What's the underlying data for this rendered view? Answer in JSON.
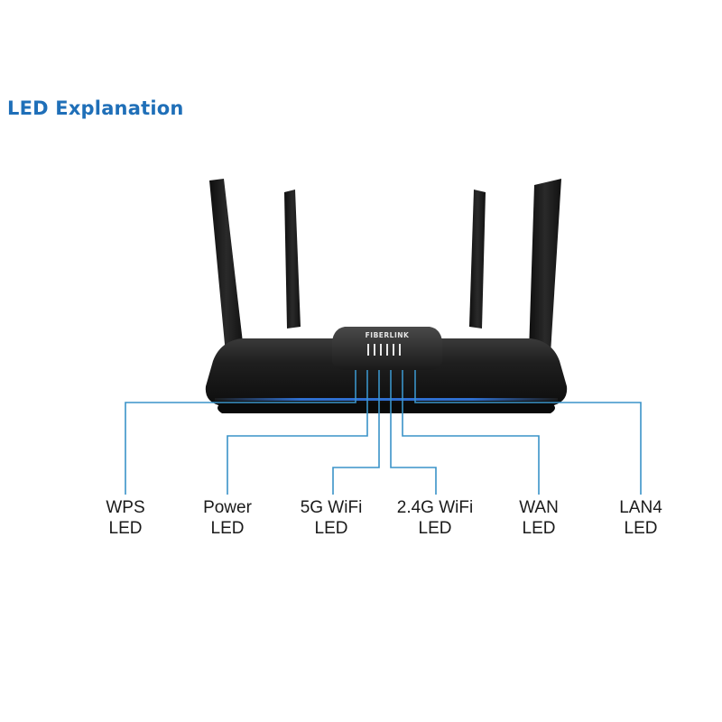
{
  "title": "LED Explanation",
  "brand": "FIBERLINK",
  "colors": {
    "title": "#1f6fb8",
    "callout_line": "#3a93c8",
    "router_body": "#1b1b1b",
    "accent_strip": "#2f6fd0"
  },
  "leds": [
    {
      "line1": "WPS",
      "line2": "LED"
    },
    {
      "line1": "Power",
      "line2": "LED"
    },
    {
      "line1": "5G WiFi",
      "line2": "LED"
    },
    {
      "line1": "2.4G WiFi",
      "line2": "LED"
    },
    {
      "line1": "WAN",
      "line2": "LED"
    },
    {
      "line1": "LAN4",
      "line2": "LED"
    }
  ]
}
